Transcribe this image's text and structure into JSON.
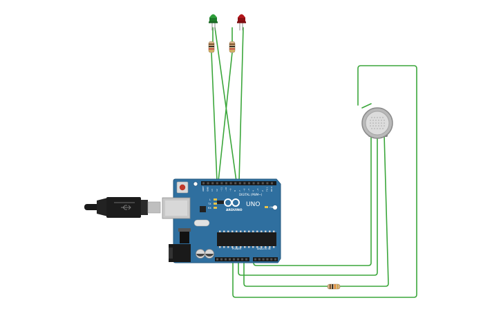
{
  "board": {
    "brand": "ARDUINO",
    "model": "UNO",
    "digital_header": "DIGITAL (PWM~)",
    "power_header": "POWER",
    "analog_header": "ANALOG IN",
    "on_label": "ON",
    "tx_label": "TX",
    "rx_label": "RX",
    "l_label": "L",
    "top_pins": [
      "AREF",
      "GND",
      "13",
      "12",
      "~11",
      "~10",
      "~9",
      "8",
      "7",
      "~6",
      "~5",
      "4",
      "~3",
      "2",
      "TX 1",
      "RX 0"
    ],
    "power_pins": [
      "IOREF",
      "RESET",
      "3.3V",
      "5V",
      "GND",
      "GND",
      "VIN"
    ],
    "analog_pins": [
      "A0",
      "A1",
      "A2",
      "A3",
      "A4",
      "A5"
    ]
  },
  "components": {
    "led_green_color": "#2e9e3a",
    "led_red_color": "#b3161b",
    "wire_color": "#3aa63a",
    "board_color": "#2f6f9f"
  }
}
